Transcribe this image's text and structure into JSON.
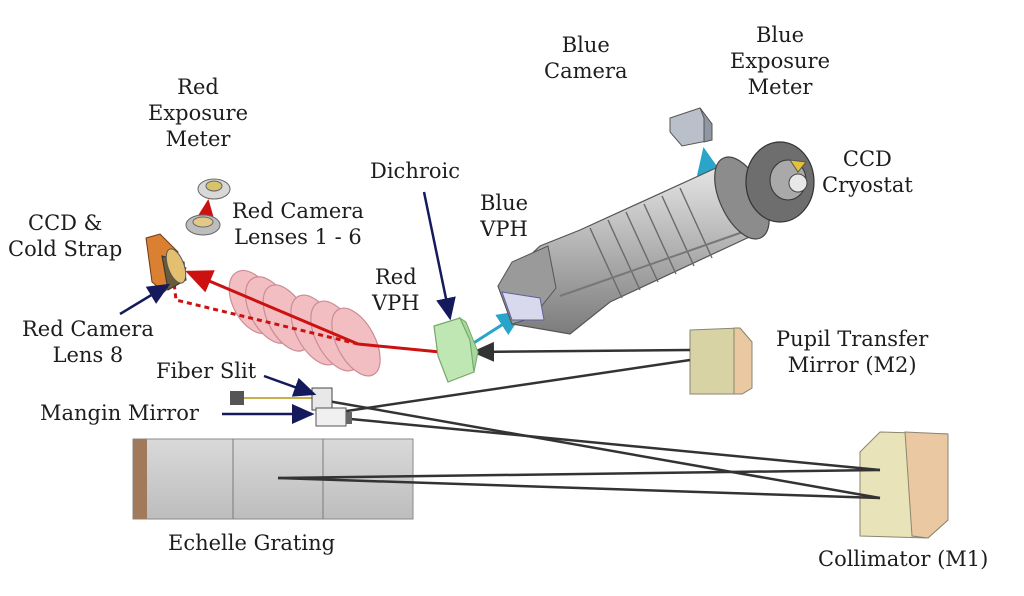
{
  "labels": {
    "red_exposure_meter": "Red\nExposure\nMeter",
    "ccd_cold_strap": "CCD &\nCold Strap",
    "red_camera_lenses": "Red Camera\nLenses 1 - 6",
    "red_camera_lens8": "Red Camera\nLens 8",
    "dichroic": "Dichroic",
    "red_vph": "Red\nVPH",
    "blue_vph": "Blue\nVPH",
    "blue_camera": "Blue\nCamera",
    "blue_exposure_meter": "Blue\nExposure\nMeter",
    "ccd_cryostat": "CCD\nCryostat",
    "pupil_transfer_mirror": "Pupil Transfer\nMirror (M2)",
    "fiber_slit": "Fiber Slit",
    "mangin_mirror": "Mangin Mirror",
    "echelle_grating": "Echelle Grating",
    "collimator": "Collimator (M1)"
  },
  "colors": {
    "red_beam": "#cc1111",
    "blue_beam": "#2aa5c9",
    "arrow_navy": "#151a5c",
    "beam_gray": "#333333",
    "lens_pink": "#f2b8bc",
    "mirror_tan": "#e8e3b8",
    "grating_gray": "#cfcfcf",
    "camera_body": "#b9b9b9",
    "vph_green": "#bfe7b4"
  }
}
